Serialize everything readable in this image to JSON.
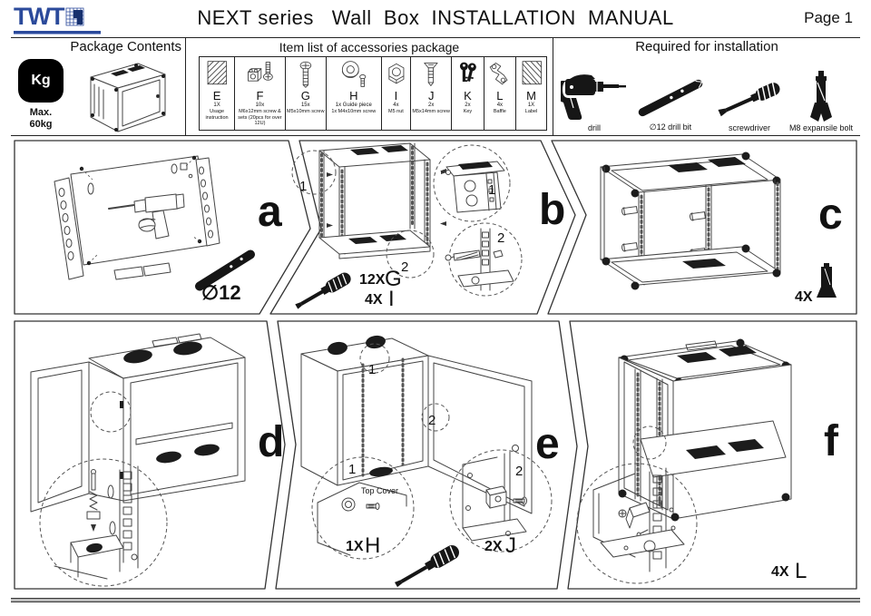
{
  "header": {
    "logo": "TWT",
    "title": "NEXT series   Wall  Box  INSTALLATION  MANUAL",
    "page": "Page 1"
  },
  "package": {
    "title": "Package Contents",
    "kg_badge": "Kg",
    "max_label": "Max.",
    "max_weight": "60kg"
  },
  "accessories": {
    "title": "Item list of accessories package",
    "items": [
      {
        "letter": "E",
        "qty": "1X",
        "desc": "Usage instruction",
        "icon": "usage-instruction-icon"
      },
      {
        "letter": "F",
        "qty": "10x",
        "desc": "M6x12mm screw & sets (20pcs for over 12U)",
        "icon": "cage-nut-screw-icon"
      },
      {
        "letter": "G",
        "qty": "15x",
        "desc": "M5x10mm screw",
        "icon": "pan-head-screw-icon"
      },
      {
        "letter": "H",
        "qty": "1x Guide piece",
        "desc": "1x M4x10mm screw",
        "icon": "guide-piece-icon"
      },
      {
        "letter": "I",
        "qty": "4x",
        "desc": "M5 nut",
        "icon": "hex-nut-icon"
      },
      {
        "letter": "J",
        "qty": "2x",
        "desc": "M5x14mm screw",
        "icon": "countersunk-screw-icon"
      },
      {
        "letter": "K",
        "qty": "2x",
        "desc": "Key",
        "icon": "key-icon"
      },
      {
        "letter": "L",
        "qty": "4x",
        "desc": "Baffle",
        "icon": "baffle-icon"
      },
      {
        "letter": "M",
        "qty": "1X",
        "desc": "Label",
        "icon": "label-icon"
      }
    ]
  },
  "required": {
    "title": "Required for installation",
    "tools": [
      {
        "label": "drill",
        "icon": "drill-icon"
      },
      {
        "label": "∅12  drill bit",
        "icon": "drill-bit-icon"
      },
      {
        "label": "screwdriver",
        "icon": "screwdriver-icon"
      },
      {
        "label": "M8 expansile bolt",
        "icon": "expansile-bolt-icon"
      }
    ]
  },
  "panels": {
    "a": {
      "letter": "a",
      "drill_diameter": "∅12"
    },
    "b": {
      "letter": "b",
      "callout_1": "1",
      "callout_2": "2",
      "qty_g": "12X",
      "part_g": "G",
      "qty_i": "4X",
      "part_i": "I"
    },
    "c": {
      "letter": "c",
      "qty_bolt": "4X"
    },
    "d": {
      "letter": "d"
    },
    "e": {
      "letter": "e",
      "callout_1": "1",
      "callout_2": "2",
      "top_cover_label": "Top Cover",
      "qty_h": "1X",
      "part_h": "H",
      "qty_j": "2X",
      "part_j": "J"
    },
    "f": {
      "letter": "f",
      "qty_l": "4X",
      "part_l": "L"
    }
  }
}
